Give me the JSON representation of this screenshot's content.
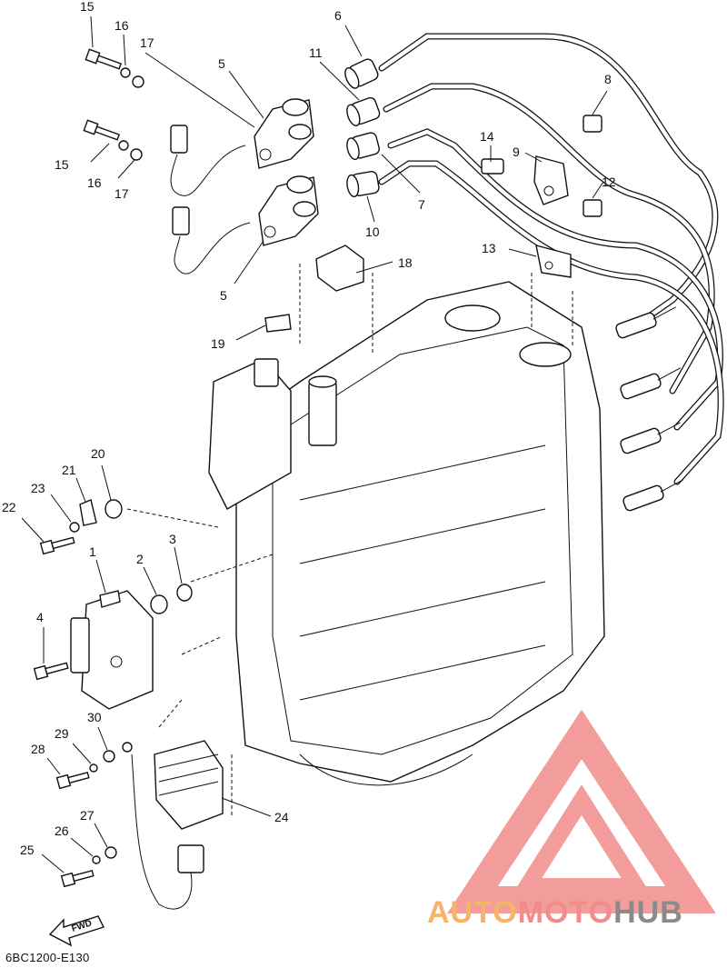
{
  "diagram_code": "6BC1200-E130",
  "fwd_label": "FWD",
  "watermark": {
    "part1": "AUTO",
    "part2": "MOTO",
    "part3": "HUB",
    "color1": "#f5b46a",
    "color2": "#f08c8c",
    "color3": "#8a8a8a",
    "logo_color": "#f28b8b"
  },
  "callouts": [
    "15",
    "16",
    "17",
    "6",
    "5",
    "11",
    "8",
    "15",
    "16",
    "17",
    "14",
    "9",
    "12",
    "7",
    "10",
    "5",
    "18",
    "13",
    "19",
    "20",
    "21",
    "23",
    "22",
    "1",
    "2",
    "3",
    "4",
    "30",
    "29",
    "28",
    "24",
    "27",
    "26",
    "25"
  ]
}
